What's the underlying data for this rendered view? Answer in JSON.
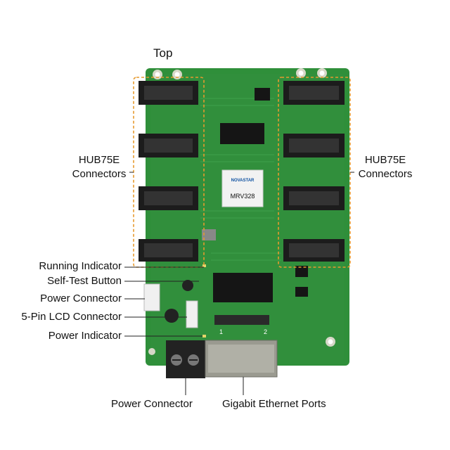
{
  "labels": {
    "top": "Top",
    "hub_left_1": "HUB75E",
    "hub_left_2": "Connectors",
    "hub_right_1": "HUB75E",
    "hub_right_2": "Connectors",
    "running_indicator": "Running Indicator",
    "self_test_button": "Self-Test Button",
    "power_connector_side": "Power Connector",
    "lcd_connector": "5-Pin LCD Connector",
    "power_indicator": "Power Indicator",
    "power_connector_bottom": "Power Connector",
    "ethernet_ports": "Gigabit Ethernet Ports"
  },
  "board": {
    "brand": "NOVASTAR",
    "model": "MRV328",
    "port_1": "1",
    "port_2": "2"
  },
  "colors": {
    "pcb": "#2f8f3a",
    "pcb_dark": "#1f6b28",
    "connector": "#1c1c1c",
    "callout": "#e69a2e",
    "leader": "#222222"
  }
}
